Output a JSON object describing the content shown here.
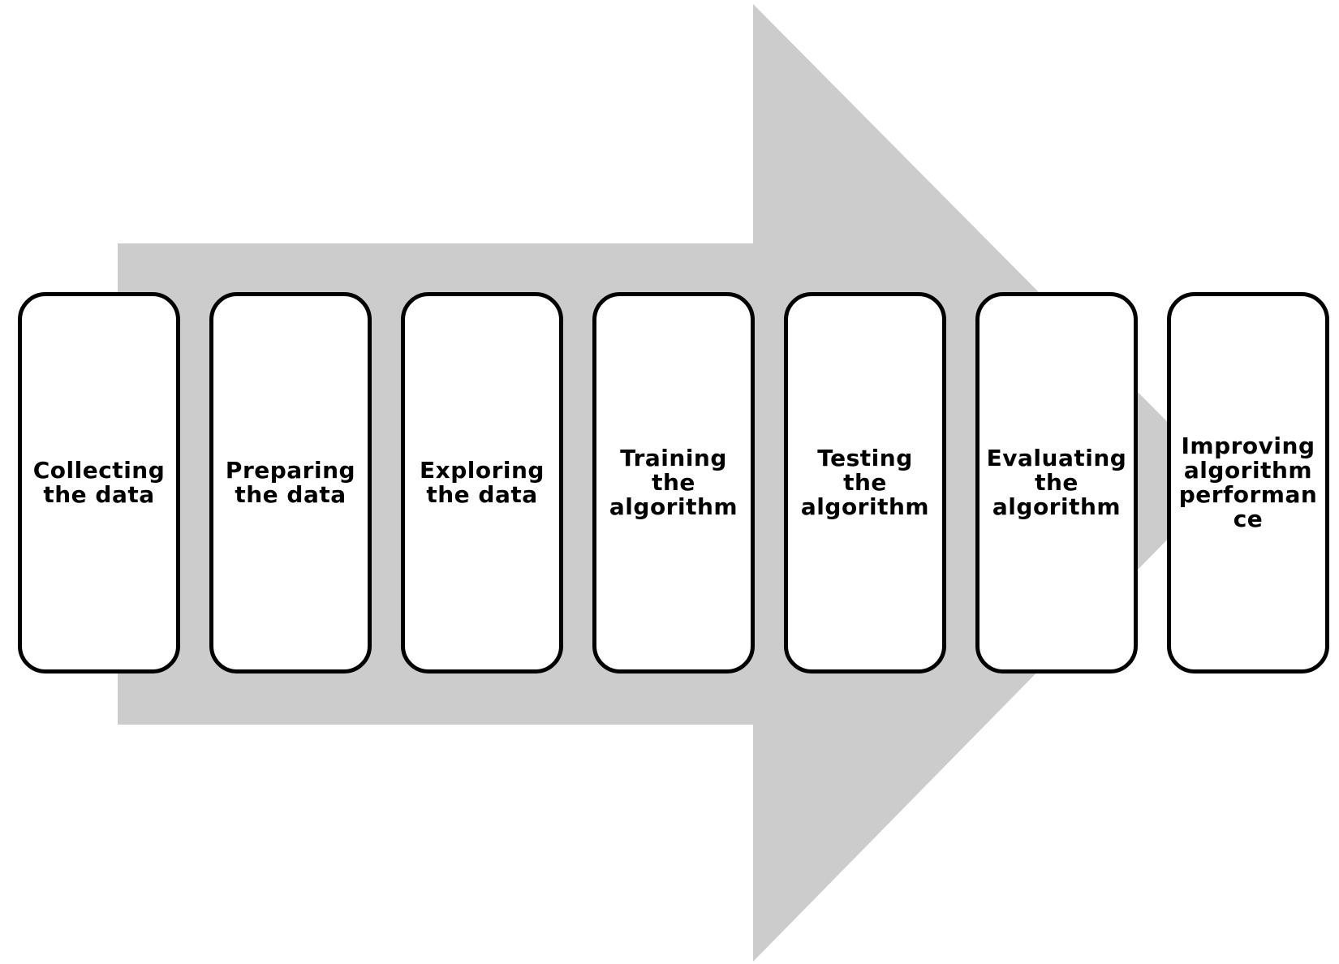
{
  "diagram": {
    "type": "process-flow",
    "arrow_color": "#cccccc",
    "box_border_color": "#000000",
    "box_fill_color": "#ffffff",
    "steps": [
      {
        "label": "Collecting the data"
      },
      {
        "label": "Preparing the data"
      },
      {
        "label": "Exploring the data"
      },
      {
        "label": "Training the algorithm"
      },
      {
        "label": "Testing the algorithm"
      },
      {
        "label": "Evaluating the algorithm"
      },
      {
        "label": "Improving algorithm performan ce"
      }
    ]
  }
}
